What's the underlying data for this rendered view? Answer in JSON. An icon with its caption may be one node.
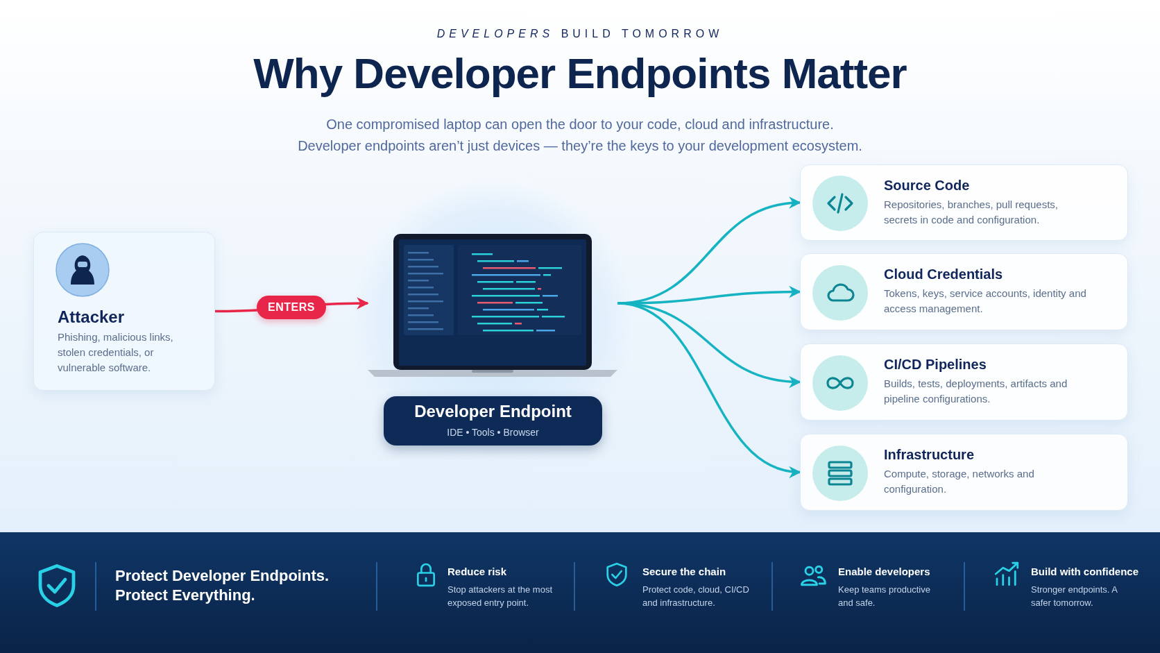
{
  "diagram": {
    "title": "Why Developer Endpoints Matter",
    "nodes": [
      {
        "text": [
          "Attacker",
          "Phishing, malicious links, stolen credentials, or vulnerable software."
        ]
      },
      {
        "text": [],
        "shape": "picture"
      },
      {
        "text": [
          "Developer Endpoint",
          "IDE • Tools • Browser"
        ]
      },
      {
        "text": [
          "Source Code",
          "Repositories, branches, pull requests, secrets in code and configuration."
        ]
      },
      {
        "text": [
          "Cloud Credentials",
          "Tokens, keys, service accounts, identity and access management."
        ]
      },
      {
        "text": [
          "CI/CD Pipelines",
          "Builds, tests, deployments, artifacts and pipeline configurations."
        ]
      },
      {
        "text": [
          "Infrastructure",
          "Compute, storage, networks and configuration."
        ]
      }
    ],
    "edges": [
      {
        "from": 0,
        "to": 1,
        "arrow": "to",
        "label": "ENTERS",
        "color": "#e8264a"
      },
      {
        "from": 1,
        "to": 3,
        "arrow": "to"
      },
      {
        "from": 1,
        "to": 4,
        "arrow": "to"
      },
      {
        "from": 1,
        "to": 5,
        "arrow": "to"
      },
      {
        "from": 1,
        "to": 6,
        "arrow": "to"
      }
    ],
    "labels": [
      "*DEVELOPERS* BUILD TOMORROW",
      "One compromised laptop can open the door to your code, cloud and infrastructure.",
      "Developer endpoints aren’t just devices — they’re the keys to your development ecosystem.",
      "Protect Developer Endpoints. Protect Everything.",
      "Reduce risk",
      "Stop attackers at the most exposed entry point.",
      "Secure the chain",
      "Protect code, cloud, CI/CD and infrastructure.",
      "Enable developers",
      "Keep teams productive and safe.",
      "Build with confidence",
      "Stronger endpoints. A safer tomorrow."
    ]
  }
}
